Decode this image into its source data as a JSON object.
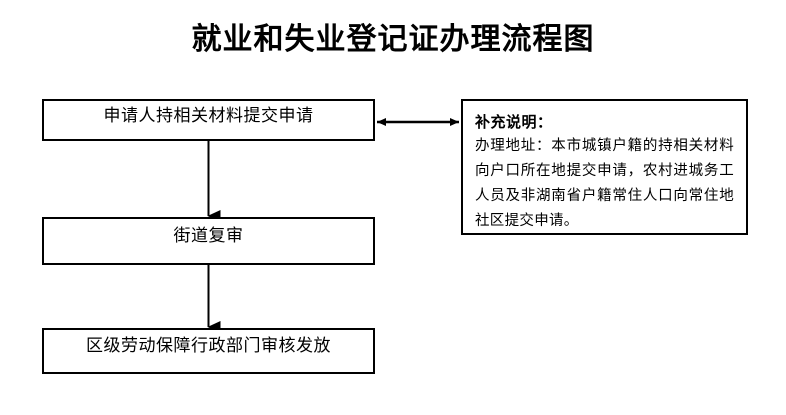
{
  "title": "就业和失业登记证办理流程图",
  "flow": {
    "nodes": [
      {
        "id": "apply",
        "label": "申请人持相关材料提交申请"
      },
      {
        "id": "review",
        "label": "街道复审"
      },
      {
        "id": "issue",
        "label": "区级劳动保障行政部门审核发放"
      }
    ]
  },
  "note": {
    "title": "补充说明：",
    "body": "办理地址：本市城镇户籍的持相关材料向户口所在地提交申请，农村进城务工人员及非湖南省户籍常住人口向常住地社区提交申请。"
  },
  "colors": {
    "background": "#ffffff",
    "stroke": "#000000",
    "text": "#000000"
  }
}
